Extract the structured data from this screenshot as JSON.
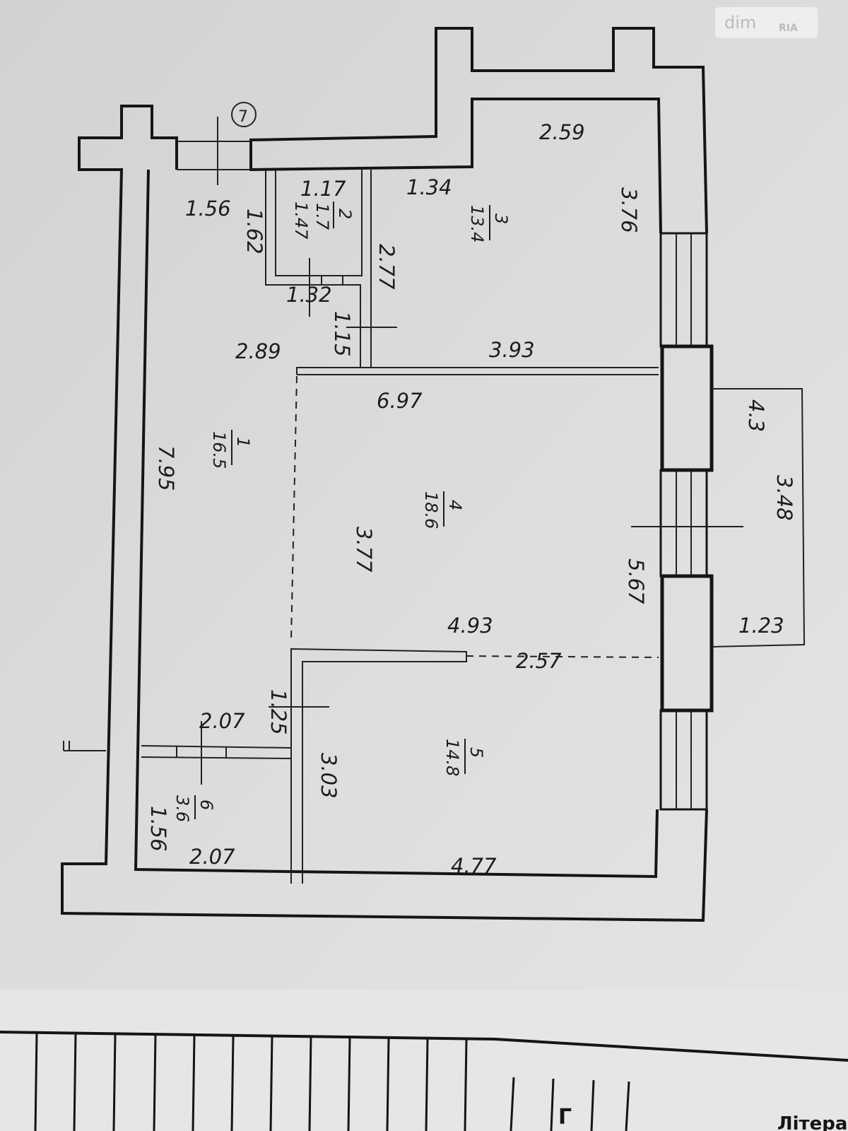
{
  "watermark": {
    "brand_main": "dim",
    "brand_sub": "RIA"
  },
  "axis_marker": "7",
  "dimensions": [
    "2.59",
    "1.34",
    "3.76",
    "1.17",
    "1.56",
    "1.62",
    "2.77",
    "1.32",
    "1.15",
    "2.89",
    "3.93",
    "6.97",
    "7.95",
    "4.3",
    "3.48",
    "3.77",
    "5.67",
    "4.93",
    "1.23",
    "2.57",
    "1.25",
    "2.07",
    "3.03",
    "1.56",
    "2.07",
    "4.77"
  ],
  "rooms": [
    {
      "number": "1",
      "area": "16.5"
    },
    {
      "number": "2",
      "area": "1.7",
      "extra": "1.47"
    },
    {
      "number": "3",
      "area": "13.4"
    },
    {
      "number": "4",
      "area": "18.6"
    },
    {
      "number": "5",
      "area": "14.8"
    },
    {
      "number": "6",
      "area": "3.6"
    }
  ],
  "title_block": {
    "cell_letter": "Г",
    "label": "Літера"
  },
  "colors": {
    "paper": "#d9d9d7",
    "ink": "#151515"
  }
}
